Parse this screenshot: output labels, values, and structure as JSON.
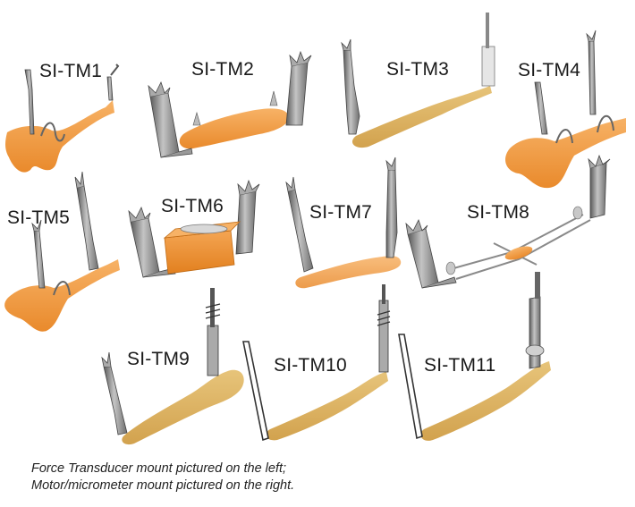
{
  "mounts": [
    {
      "id": "tm1",
      "label": "SI-TM1"
    },
    {
      "id": "tm2",
      "label": "SI-TM2"
    },
    {
      "id": "tm3",
      "label": "SI-TM3"
    },
    {
      "id": "tm4",
      "label": "SI-TM4"
    },
    {
      "id": "tm5",
      "label": "SI-TM5"
    },
    {
      "id": "tm6",
      "label": "SI-TM6"
    },
    {
      "id": "tm7",
      "label": "SI-TM7"
    },
    {
      "id": "tm8",
      "label": "SI-TM8"
    },
    {
      "id": "tm9",
      "label": "SI-TM9"
    },
    {
      "id": "tm10",
      "label": "SI-TM10"
    },
    {
      "id": "tm11",
      "label": "SI-TM11"
    }
  ],
  "caption": {
    "line1": "Force Transducer mount pictured on the left;",
    "line2": "Motor/micrometer mount pictured on the right."
  },
  "colors": {
    "tissue_orange": "#F29A3C",
    "tissue_tan": "#DDB45E",
    "metal": "#8E8E8E"
  }
}
